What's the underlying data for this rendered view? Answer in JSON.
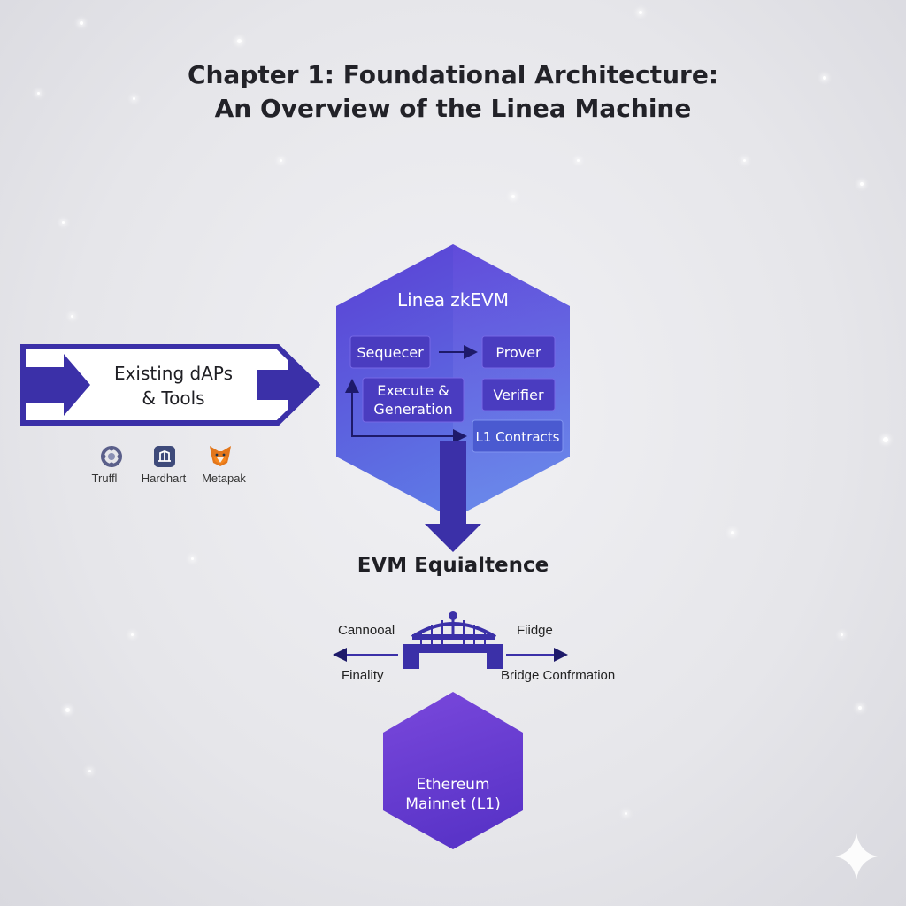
{
  "title": {
    "line1": "Chapter 1: Foundational Architecture:",
    "line2": "An Overview of the Linea Machine"
  },
  "inputs": {
    "label_line1": "Existing dAPs",
    "label_line2": "& Tools",
    "tools": [
      {
        "name": "Truffl",
        "icon": "truffle-icon"
      },
      {
        "name": "Hardhart",
        "icon": "hardhat-icon"
      },
      {
        "name": "Metapak",
        "icon": "metamask-fox-icon"
      }
    ]
  },
  "zkevm": {
    "title": "Linea zkEVM",
    "components": {
      "sequencer": "Sequecer",
      "prover": "Prover",
      "execute_line1": "Execute &",
      "execute_line2": "Generation",
      "verifier": "Verifier",
      "l1_contracts": "L1 Contracts"
    }
  },
  "equivalence": "EVM Equialtence",
  "bridge": {
    "left_top": "Cannooal",
    "left_bottom": "Finality",
    "right_top": "Fiidge",
    "right_bottom": "Bridge Confrmation"
  },
  "mainnet": {
    "line1": "Ethereum",
    "line2": "Mainnet (L1)"
  },
  "colors": {
    "primary": "#3b30a8",
    "hex_top": "#5a3fd4",
    "hex_bottom": "#5e7ae6",
    "mainnet": "#6b3fd6",
    "background": "#e9e9ed"
  }
}
